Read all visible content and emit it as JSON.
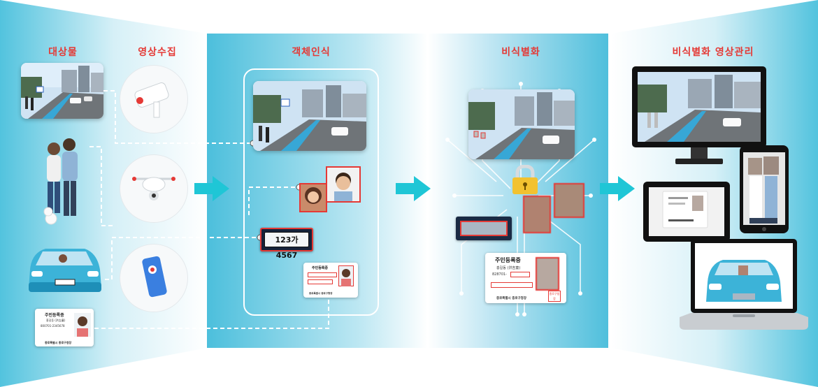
{
  "headers": {
    "target": "대상물",
    "capture": "영상수집",
    "detection": "객체인식",
    "deidentify": "비식별화",
    "management": "비식별화 영상관리"
  },
  "plate_text": "123가 4567",
  "id_card": {
    "title": "주민등록증",
    "name": "홍길동 (洪吉童)",
    "number": "800701-2345678",
    "issuer": "종로특별시 종로구청장",
    "stamp": "종로구청장",
    "number_masked": "828701-"
  },
  "icons": {
    "capture_1": "cctv-camera-icon",
    "capture_2": "drone-icon",
    "capture_3": "smartphone-camera-icon",
    "lock": "padlock-icon"
  },
  "colors": {
    "header_red": "#e53935",
    "accent_cyan": "#1fc6d6",
    "panel_blue": "#5bc6e0",
    "box_red": "#e53935"
  }
}
